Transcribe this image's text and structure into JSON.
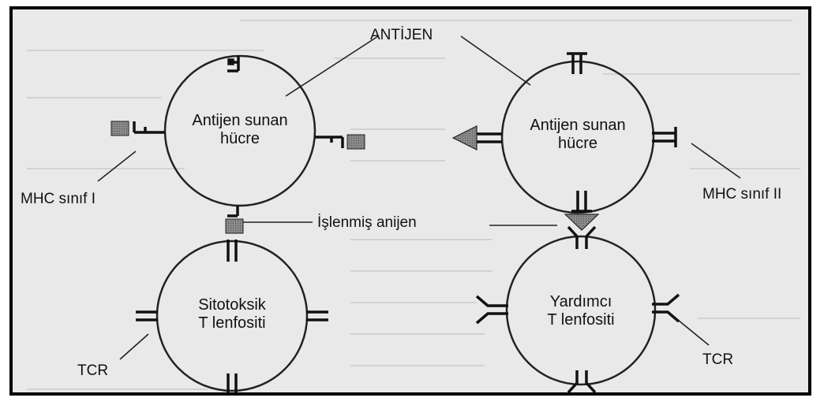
{
  "diagram": {
    "labels": {
      "antigen": "ANTİJEN",
      "apc_left_l1": "Antijen sunan",
      "apc_left_l2": "hücre",
      "apc_right_l1": "Antijen sunan",
      "apc_right_l2": "hücre",
      "mhc_class1": "MHC sınıf I",
      "mhc_class2": "MHC sınıf II",
      "processed_antigen": "İşlenmiş anijen",
      "cytotoxic_l1": "Sitotoksik",
      "cytotoxic_l2": "T lenfositi",
      "helper_l1": "Yardımcı",
      "helper_l2": "T lenfositi",
      "tcr_left": "TCR",
      "tcr_right": "TCR"
    },
    "colors": {
      "background": "#e9e9e9",
      "frame": "#000000",
      "stroke": "#222222",
      "antigen_fill": "#7a7a7a"
    }
  }
}
